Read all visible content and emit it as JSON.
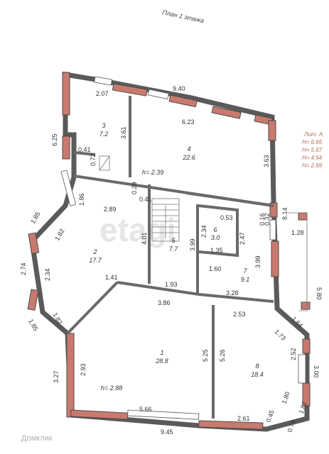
{
  "title": "План 1 этажа",
  "watermark": "etagi",
  "logo": "Домклик",
  "lit": [
    "Лит. А",
    "H= 6.65",
    "H= 5.67",
    "H= 4.54",
    "H= 2.69"
  ],
  "heights": [
    "h= 2.39",
    "h= 2.88"
  ],
  "rooms": [
    {
      "num": "1",
      "area": "28.8"
    },
    {
      "num": "2",
      "area": "17.7"
    },
    {
      "num": "3",
      "area": "7.2"
    },
    {
      "num": "4",
      "area": "22.6"
    },
    {
      "num": "5",
      "area": "7.7"
    },
    {
      "num": "6",
      "area": "3.0"
    },
    {
      "num": "7",
      "area": "9.1"
    },
    {
      "num": "8",
      "area": "18.4"
    }
  ],
  "dims": [
    "2.07",
    "9.40",
    "6.23",
    "6.25",
    "0.41",
    "0.72",
    "3.61",
    "3.63",
    "1.86",
    "2.89",
    "0.29",
    "0.41",
    "4.01",
    "2.34",
    "0.53",
    "2.47",
    "0.16",
    "0.32",
    "8.14",
    "1.28",
    "5.80",
    "1.85",
    "1.82",
    "2.74",
    "2.34",
    "1.82",
    "1.85",
    "1.41",
    "1.93",
    "3.86",
    "3.28",
    "2.53",
    "1.64",
    "1.73",
    "3.27",
    "2.93",
    "5.25",
    "5.26",
    "3.00",
    "2.52",
    "1.80",
    "1.82",
    "0.45",
    "0.74",
    "5.66",
    "2.61",
    "9.45",
    "3.99",
    "1.35",
    "1.60",
    "3.99"
  ]
}
